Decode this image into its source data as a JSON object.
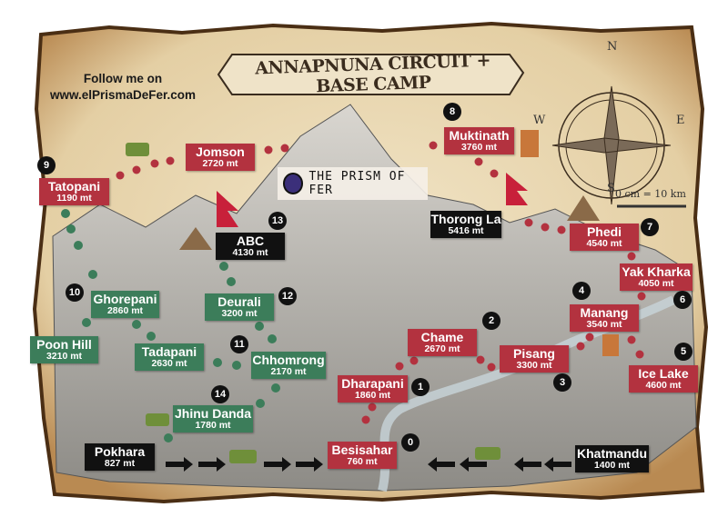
{
  "header": {
    "title": "ANNAPNUNA CIRCUIT + BASE CAMP",
    "follow_line1": "Follow me on",
    "follow_line2": "www.elPrismaDeFer.com",
    "logo_text": "THE PRISM OF FER"
  },
  "compass": {
    "n": "N",
    "s": "S",
    "e": "E",
    "w": "W"
  },
  "scale": "0 cm = 10 km",
  "colors": {
    "circuit": "#b3323f",
    "base_camp": "#3c7d5a",
    "key_point": "#111111",
    "parchment": "#e9d9b8"
  },
  "waypoints": [
    {
      "name": "Tatopani",
      "alt": "1190 mt",
      "type": "red"
    },
    {
      "name": "Jomson",
      "alt": "2720 mt",
      "type": "red"
    },
    {
      "name": "Muktinath",
      "alt": "3760  mt",
      "type": "red"
    },
    {
      "name": "Thorong La",
      "alt": "5416 mt",
      "type": "black"
    },
    {
      "name": "Phedi",
      "alt": "4540 mt",
      "type": "red"
    },
    {
      "name": "Yak Kharka",
      "alt": "4050 mt",
      "type": "red"
    },
    {
      "name": "Manang",
      "alt": "3540 mt",
      "type": "red"
    },
    {
      "name": "Chame",
      "alt": "2670 mt",
      "type": "red"
    },
    {
      "name": "Pisang",
      "alt": "3300 mt",
      "type": "red"
    },
    {
      "name": "Ice Lake",
      "alt": "4600 mt",
      "type": "red"
    },
    {
      "name": "Dharapani",
      "alt": "1860 mt",
      "type": "red"
    },
    {
      "name": "Besisahar",
      "alt": "760 mt",
      "type": "red"
    },
    {
      "name": "Khatmandu",
      "alt": "1400 mt",
      "type": "black"
    },
    {
      "name": "Pokhara",
      "alt": "827 mt",
      "type": "black"
    },
    {
      "name": "ABC",
      "alt": "4130 mt",
      "type": "black"
    },
    {
      "name": "Ghorepani",
      "alt": "2860 mt",
      "type": "green"
    },
    {
      "name": "Deurali",
      "alt": "3200 mt",
      "type": "green"
    },
    {
      "name": "Poon Hill",
      "alt": "3210 mt",
      "type": "green"
    },
    {
      "name": "Tadapani",
      "alt": "2630 mt",
      "type": "green"
    },
    {
      "name": "Chhomrong",
      "alt": "2170 mt",
      "type": "green"
    },
    {
      "name": "Jhinu Danda",
      "alt": "1780 mt",
      "type": "green"
    }
  ],
  "stages": [
    "9",
    "13",
    "8",
    "7",
    "6",
    "4",
    "2",
    "5",
    "3",
    "1",
    "0",
    "10",
    "12",
    "11",
    "14"
  ]
}
